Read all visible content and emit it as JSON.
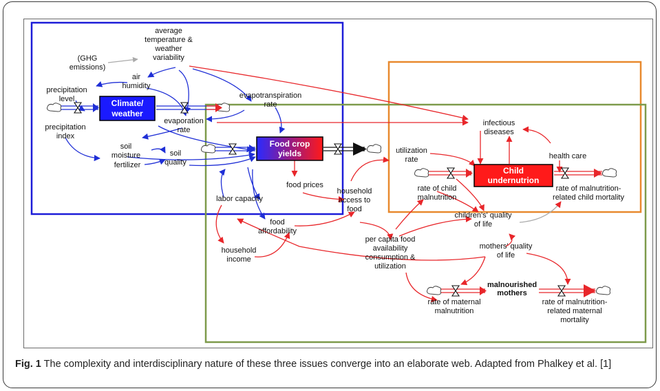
{
  "caption": {
    "fig_label": "Fig. 1",
    "text": " The complexity and interdisciplinary nature of these three issues converge into an elaborate web. Adapted from Phalkey et al. [1]"
  },
  "nodes": {
    "ghg": [
      "(GHG",
      "emissions)"
    ],
    "avg_temp": [
      "average",
      "temperature &",
      "weather",
      "variability"
    ],
    "air_humidity": [
      "air",
      "humidity"
    ],
    "precip_level": [
      "precipitation",
      "level"
    ],
    "precip_index": [
      "precipitation",
      "index"
    ],
    "evapotranspiration": [
      "evapotranspiration",
      "rate"
    ],
    "evaporation": [
      "evaporation",
      "rate"
    ],
    "soil_moisture": [
      "soil",
      "moisture"
    ],
    "fertilizer": [
      "fertilizer"
    ],
    "soil_quality": [
      "soil",
      "quality"
    ],
    "infectious": [
      "infectious",
      "diseases"
    ],
    "utilization": [
      "utilization",
      "rate"
    ],
    "health_care": [
      "health care"
    ],
    "rate_child_mal": [
      "rate of child",
      "malnutrition"
    ],
    "rate_mal_child_mort": [
      "rate of malnutrition-",
      "related child mortality"
    ],
    "food_prices": [
      "food prices"
    ],
    "hh_access": [
      "household",
      "access to",
      "food"
    ],
    "labor": [
      "labor capacity"
    ],
    "affordability": [
      "food",
      "affordability"
    ],
    "children_qol": [
      "children's' quality",
      "of life"
    ],
    "per_capita": [
      "per capita food",
      "availability",
      "consumption &",
      "utilization"
    ],
    "hh_income": [
      "household",
      "income"
    ],
    "mothers_qol": [
      "mothers' quality",
      "of life"
    ],
    "malnourished": [
      "malnourished",
      "mothers"
    ],
    "rate_maternal_mal": [
      "rate of maternal",
      "malnutrition"
    ],
    "rate_mal_maternal_mort": [
      "rate of malnutrition-",
      "related maternal",
      "mortality"
    ]
  },
  "stocks": {
    "climate": [
      "Climate/",
      "weather"
    ],
    "food_crop": [
      "Food crop",
      "yields"
    ],
    "child": [
      "Child",
      "undernutrion"
    ]
  },
  "colors": {
    "climate_box": "#1c1cd8",
    "nutrition_box": "#e8892e",
    "food_box": "#7d9a4a",
    "blue_arrow": "#1f2fd6",
    "red_arrow": "#e8262a",
    "stock_blue": "#1a1aff",
    "stock_red": "#ff1a1a"
  }
}
